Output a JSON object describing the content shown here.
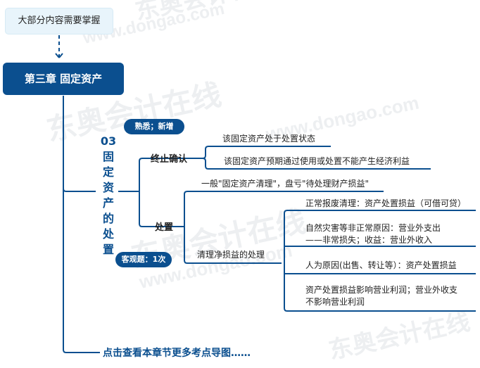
{
  "top_note": "大部分内容需要掌握",
  "chapter_title": "第三章 固定资产",
  "section": {
    "number": "03",
    "title_chars": [
      "固",
      "定",
      "资",
      "产",
      "的",
      "处",
      "置"
    ]
  },
  "badges": {
    "familiar": "熟悉；新增",
    "objective": "客观题：1次"
  },
  "branches": {
    "termination": {
      "label": "终止确认",
      "items": [
        "该固定资产处于处置状态",
        "该固定资产预期通过使用或处置不能产生经济利益"
      ]
    },
    "disposal": {
      "label": "处置",
      "general": "一般\"固定资产清理\"，盘亏\"待处理财产损益\"",
      "cleanup_label": "清理净损益的处理",
      "cleanup_items": [
        {
          "line1": "正常报废清理：资产处置损益（可借可贷）",
          "line2": ""
        },
        {
          "line1": "自然灾害等非正常原因：营业外支出",
          "line2": "——非常损失；收益：营业外收入"
        },
        {
          "line1": "人为原因(出售、转让等）：资产处置损益",
          "line2": ""
        },
        {
          "line1": "资产处置损益影响营业利润；营业外收支",
          "line2": "不影响营业利润"
        }
      ]
    }
  },
  "more_link": "点击查看本章节更多考点导图……",
  "watermark": {
    "brand": "东奥会计在线",
    "domain": "www.dongao.com"
  },
  "colors": {
    "primary": "#0b4f8f",
    "note_bg": "#e8f4fb",
    "watermark": "#eef0f2"
  }
}
